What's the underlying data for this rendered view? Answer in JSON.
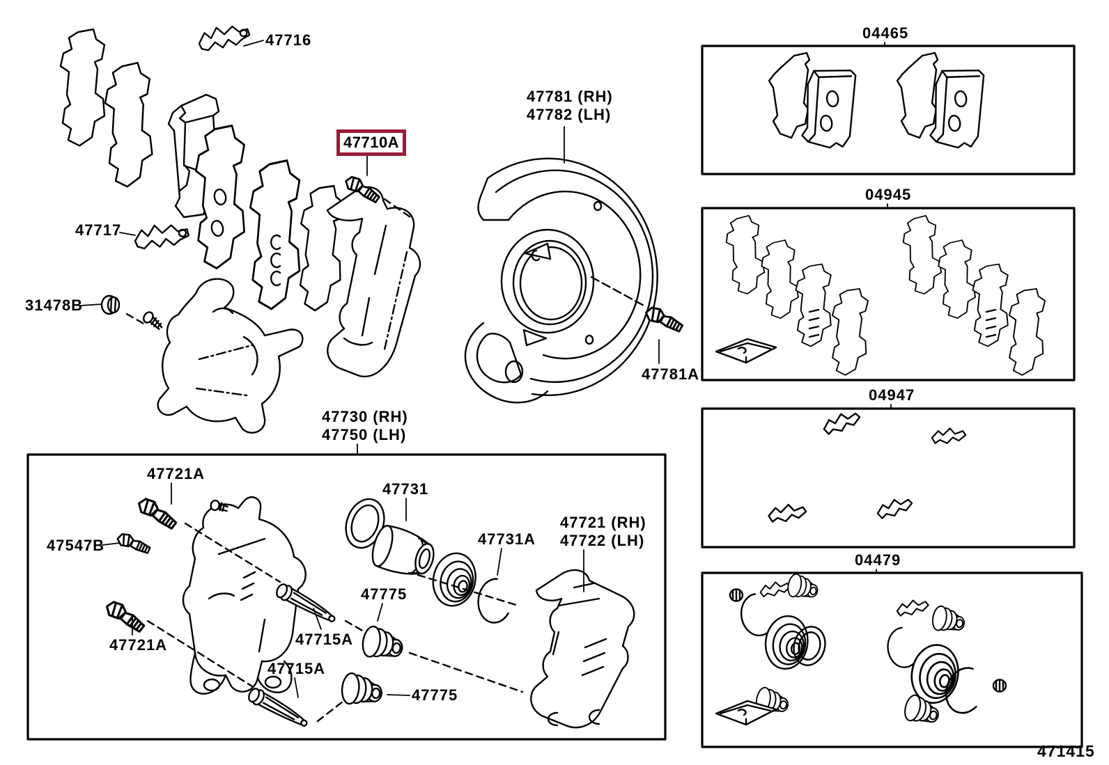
{
  "figure": {
    "number": "471415"
  },
  "colors": {
    "line": "#000000",
    "highlight_box": "#9c1a38",
    "background": "#ffffff"
  },
  "main_view": {
    "callouts": [
      {
        "label": "47716"
      },
      {
        "label": "47717"
      },
      {
        "label": "31478B"
      },
      {
        "label": "47710A",
        "highlighted": true
      },
      {
        "lines": [
          "47781 (RH)",
          "47782 (LH)"
        ]
      },
      {
        "label": "47781A"
      }
    ]
  },
  "assembly_box": {
    "title_lines": [
      "47730 (RH)",
      "47750 (LH)"
    ],
    "callouts": [
      {
        "label": "47721A"
      },
      {
        "label": "47547B"
      },
      {
        "label": "47721A"
      },
      {
        "label": "47731"
      },
      {
        "label": "47731A"
      },
      {
        "label": "47775"
      },
      {
        "label": "47715A"
      },
      {
        "label": "47715A"
      },
      {
        "label": "47775"
      },
      {
        "lines": [
          "47721 (RH)",
          "47722 (LH)"
        ]
      }
    ]
  },
  "kits": [
    {
      "code": "04465"
    },
    {
      "code": "04945"
    },
    {
      "code": "04947"
    },
    {
      "code": "04479"
    }
  ]
}
